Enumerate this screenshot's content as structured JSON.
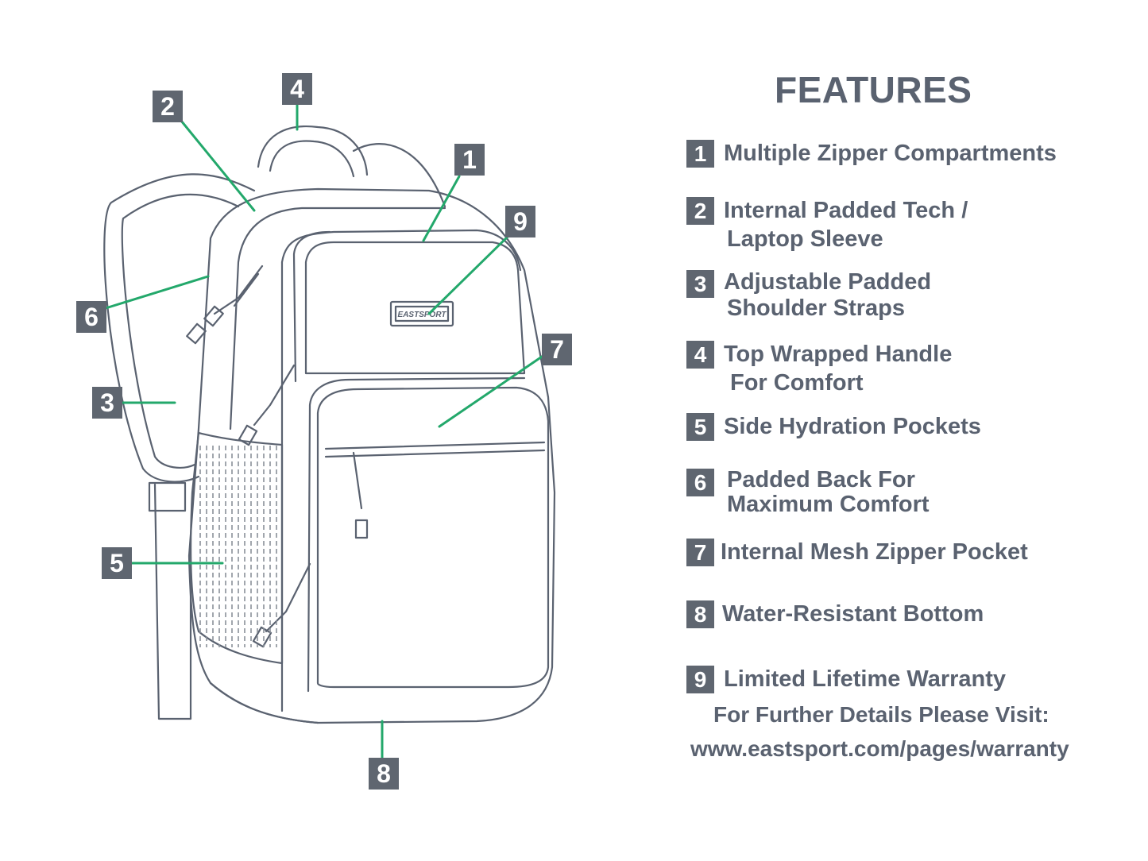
{
  "colors": {
    "outline": "#5a6270",
    "leader": "#23a86b",
    "badge": "#5f6670"
  },
  "brand_label": "EASTSPORT",
  "callouts": [
    "1",
    "2",
    "3",
    "4",
    "5",
    "6",
    "7",
    "8",
    "9"
  ],
  "features": {
    "title": "FEATURES",
    "items": [
      {
        "num": "1",
        "line1": "Multiple Zipper Compartments",
        "line2": ""
      },
      {
        "num": "2",
        "line1": "Internal Padded Tech /",
        "line2": "Laptop Sleeve"
      },
      {
        "num": "3",
        "line1": "Adjustable Padded",
        "line2": "Shoulder Straps"
      },
      {
        "num": "4",
        "line1": "Top Wrapped Handle",
        "line2": "For Comfort"
      },
      {
        "num": "5",
        "line1": "Side Hydration Pockets",
        "line2": ""
      },
      {
        "num": "6",
        "line1": "Padded Back For",
        "line2": "Maximum Comfort"
      },
      {
        "num": "7",
        "line1": "Internal Mesh Zipper Pocket",
        "line2": ""
      },
      {
        "num": "8",
        "line1": "Water-Resistant Bottom",
        "line2": ""
      },
      {
        "num": "9",
        "line1": "Limited Lifetime Warranty",
        "line2": ""
      }
    ],
    "warranty_note": "For Further Details Please Visit:",
    "warranty_url": "www.eastsport.com/pages/warranty"
  }
}
